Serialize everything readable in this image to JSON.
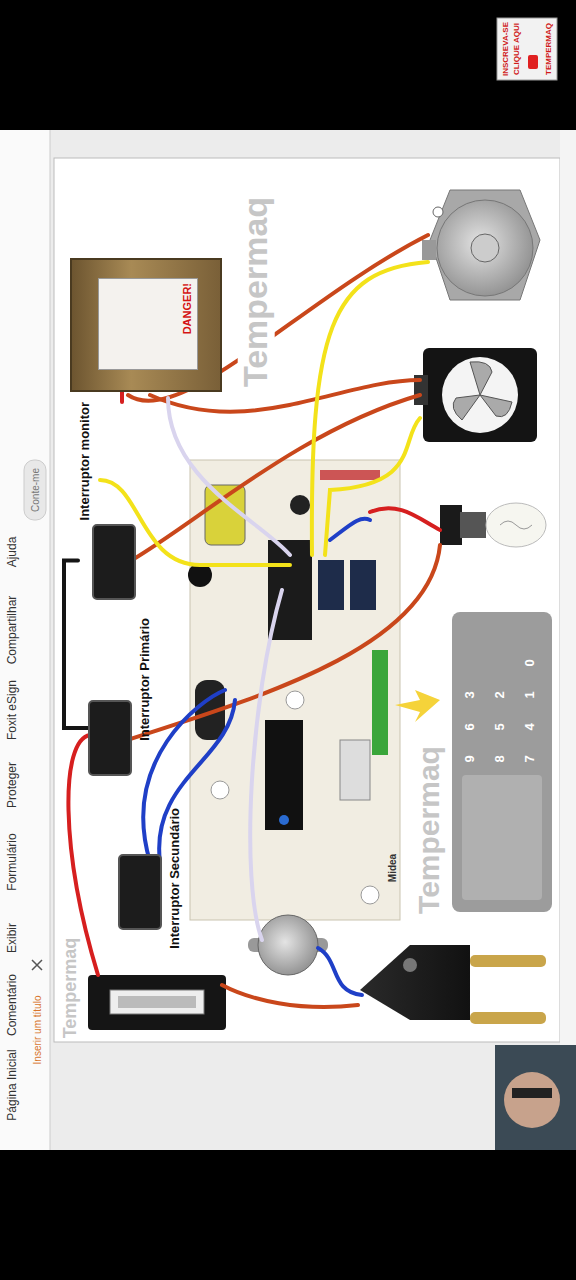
{
  "diagram": {
    "nodes": [
      {
        "text": [
          "DANGER!"
        ]
      },
      {
        "text": [
          "Interruptor monitor"
        ]
      },
      {
        "text": [
          "Interruptor Primário"
        ]
      },
      {
        "text": [
          "Interruptor Secundário"
        ]
      }
    ],
    "edges": [
      {
        "from": 0,
        "to": 1,
        "arrow": "none"
      },
      {
        "from": 1,
        "to": 2,
        "arrow": "none"
      }
    ],
    "labels": [
      "Tempermaq",
      "Tempermaq",
      "Tempermaq",
      "INSCREVA-SE",
      "CLIQUE AQUI",
      "TEMPERMAQ",
      "Página Inicial",
      "Comentário",
      "Exibir",
      "Formulário",
      "Proteger",
      "Foxit eSign",
      "Compartilhar",
      "Ajuda",
      "Conte-me",
      "Inserir um título",
      "Midea",
      "1",
      "2",
      "3",
      "4",
      "5",
      "6",
      "7",
      "8",
      "9",
      "0"
    ]
  }
}
